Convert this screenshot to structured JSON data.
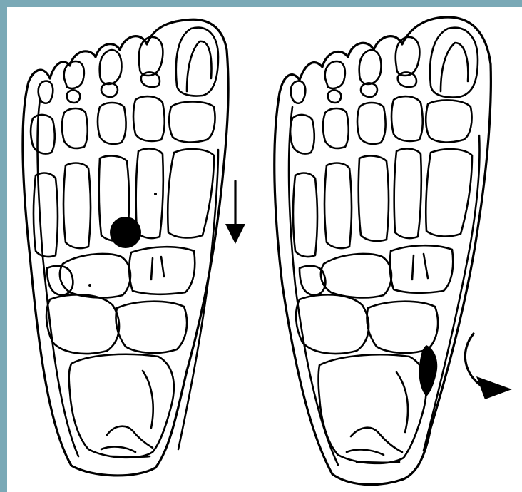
{
  "figure": {
    "background": "#7aa9b6",
    "panel": "#ffffff",
    "feet": [
      {
        "side": "left",
        "marker": "black-dot",
        "arrow": "down-arrow"
      },
      {
        "side": "right",
        "marker": "black-wedge",
        "arrow": "curved-arrow"
      }
    ]
  }
}
